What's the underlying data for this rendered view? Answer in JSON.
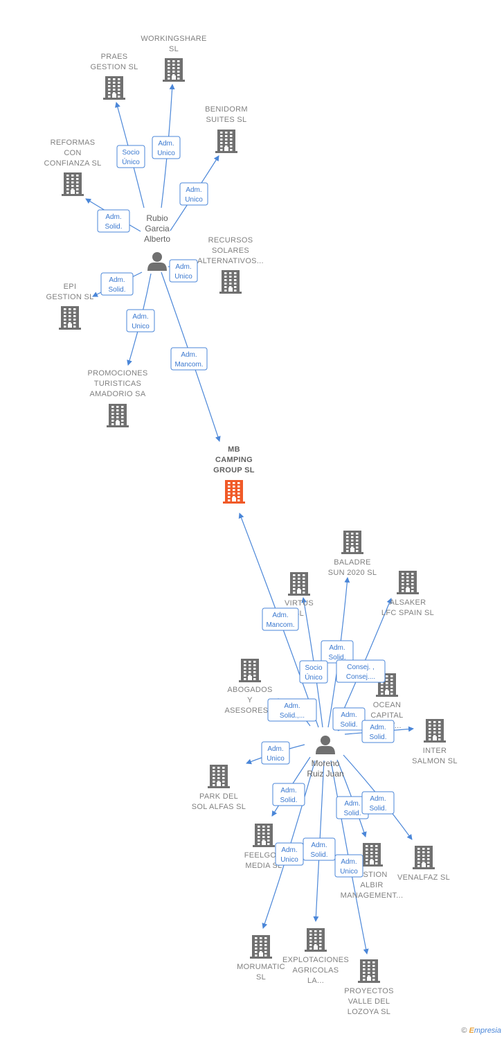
{
  "colors": {
    "company": "#707070",
    "main_company": "#f05a28",
    "person": "#707070",
    "edge": "#4a86d8"
  },
  "nodes": {
    "praes": {
      "lines": [
        "PRAES",
        "GESTION  SL"
      ]
    },
    "workingshare": {
      "lines": [
        "WORKINGSHARE",
        "SL"
      ]
    },
    "benidorm": {
      "lines": [
        "BENIDORM",
        "SUITES  SL"
      ]
    },
    "reformas": {
      "lines": [
        "REFORMAS",
        "CON",
        "CONFIANZA  SL"
      ]
    },
    "rubio": {
      "lines": [
        "Rubio",
        "Garcia",
        "Alberto"
      ]
    },
    "recursos": {
      "lines": [
        "RECURSOS",
        "SOLARES",
        "ALTERNATIVOS..."
      ]
    },
    "epi": {
      "lines": [
        "EPI",
        "GESTION SL"
      ]
    },
    "promociones": {
      "lines": [
        "PROMOCIONES",
        "TURISTICAS",
        "AMADORIO SA"
      ]
    },
    "mb": {
      "lines": [
        "MB",
        "CAMPING",
        "GROUP  SL"
      ]
    },
    "baladre": {
      "lines": [
        "BALADRE",
        "SUN 2020  SL"
      ]
    },
    "virtus": {
      "lines": [
        "VIRTUS",
        "SL"
      ]
    },
    "alsaker": {
      "lines": [
        "ALSAKER",
        "LFC SPAIN  SL"
      ]
    },
    "abogados": {
      "lines": [
        "ABOGADOS",
        "Y",
        "ASESORES..."
      ]
    },
    "ocean": {
      "lines": [
        "OCEAN",
        "CAPITAL",
        "...ENT..."
      ]
    },
    "inter": {
      "lines": [
        "INTER",
        "SALMON  SL"
      ]
    },
    "moreno": {
      "lines": [
        "Moreno",
        "Ruiz Juan"
      ]
    },
    "park": {
      "lines": [
        "PARK DEL",
        "SOL ALFAS  SL"
      ]
    },
    "feelgo": {
      "lines": [
        "FEELGO...",
        "MEDIA  SL"
      ]
    },
    "gestion_albir": {
      "lines": [
        "...STION",
        "ALBIR",
        "MANAGEMENT..."
      ]
    },
    "venalfaz": {
      "lines": [
        "VENALFAZ  SL"
      ]
    },
    "morumatic": {
      "lines": [
        "MORUMATIC",
        "SL"
      ]
    },
    "explotaciones": {
      "lines": [
        "EXPLOTACIONES",
        "AGRICOLAS",
        "LA..."
      ]
    },
    "proyectos": {
      "lines": [
        "PROYECTOS",
        "VALLE DEL",
        "LOZOYA  SL"
      ]
    }
  },
  "edges": [
    {
      "id": "rubio-praes",
      "role": [
        "Socio",
        "Único"
      ]
    },
    {
      "id": "rubio-workingshare",
      "role": [
        "Adm.",
        "Unico"
      ]
    },
    {
      "id": "rubio-benidorm",
      "role": [
        "Adm.",
        "Unico"
      ]
    },
    {
      "id": "rubio-reformas",
      "role": [
        "Adm.",
        "Solid."
      ]
    },
    {
      "id": "rubio-recursos",
      "role": [
        "Adm.",
        "Unico"
      ]
    },
    {
      "id": "rubio-epi",
      "role": [
        "Adm.",
        "Solid."
      ]
    },
    {
      "id": "rubio-promociones",
      "role": [
        "Adm.",
        "Unico"
      ]
    },
    {
      "id": "rubio-mb",
      "role": [
        "Adm.",
        "Mancom."
      ]
    },
    {
      "id": "moreno-mb",
      "role": [
        "Adm.",
        "Mancom."
      ]
    },
    {
      "id": "moreno-baladre",
      "role": [
        "Adm.",
        "Solid."
      ]
    },
    {
      "id": "moreno-virtus",
      "role": [
        "Socio",
        "Único"
      ]
    },
    {
      "id": "moreno-alsaker",
      "role": [
        "Consej. ,",
        "Consej...."
      ]
    },
    {
      "id": "moreno-abogados",
      "role": [
        "Adm.",
        "Solid.,..."
      ]
    },
    {
      "id": "moreno-ocean",
      "role": [
        "Adm.",
        "Solid."
      ]
    },
    {
      "id": "moreno-inter",
      "role": [
        "Adm.",
        "Solid."
      ]
    },
    {
      "id": "moreno-park",
      "role": [
        "Adm.",
        "Unico"
      ]
    },
    {
      "id": "moreno-feelgo",
      "role": [
        "Adm.",
        "Solid."
      ]
    },
    {
      "id": "moreno-gestion_albir",
      "role": [
        "Adm.",
        "Solid."
      ]
    },
    {
      "id": "moreno-venalfaz",
      "role": [
        "Adm.",
        "Solid."
      ]
    },
    {
      "id": "moreno-morumatic",
      "role": [
        "Adm.",
        "Unico"
      ]
    },
    {
      "id": "moreno-explotaciones",
      "role": [
        "Adm.",
        "Solid."
      ]
    },
    {
      "id": "moreno-proyectos",
      "role": [
        "Adm.",
        "Unico"
      ]
    }
  ],
  "footer": {
    "copyright": "©",
    "brand_e": "E",
    "brand_rest": "mpresia"
  }
}
